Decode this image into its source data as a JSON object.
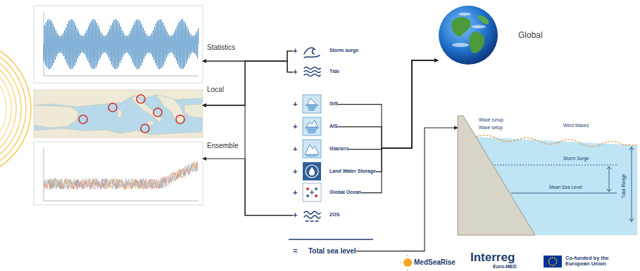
{
  "diagram": {
    "nodes": [
      {
        "text": [
          "Statistics"
        ]
      },
      {
        "text": [
          "Local"
        ]
      },
      {
        "text": [
          "Ensemble"
        ]
      },
      {
        "text": [
          "+",
          "Storm surge"
        ]
      },
      {
        "text": [
          "+",
          "Tide"
        ]
      },
      {
        "text": [
          "+",
          "GIS"
        ]
      },
      {
        "text": [
          "+",
          "AIS"
        ]
      },
      {
        "text": [
          "+",
          "Glaciers"
        ]
      },
      {
        "text": [
          "+",
          "Land Water Storage"
        ]
      },
      {
        "text": [
          "+",
          "Global Ocean"
        ]
      },
      {
        "text": [
          "+",
          "ZOS"
        ]
      },
      {
        "text": [
          "=",
          "Total sea level"
        ]
      },
      {
        "text": [
          "Global"
        ]
      },
      {
        "text": [
          "Wave runup",
          "Wave setup",
          "Wind Waves",
          "Storm Surge",
          "Mean Sea Level",
          "Tidal Range"
        ]
      }
    ],
    "edges": [
      {
        "from": 3,
        "to": 0,
        "arrow": "to"
      },
      {
        "from": 4,
        "to": 0,
        "arrow": "to"
      },
      {
        "from": 3,
        "to": 1,
        "arrow": "to"
      },
      {
        "from": 4,
        "to": 1,
        "arrow": "to"
      },
      {
        "from": 10,
        "to": 1,
        "arrow": "to"
      },
      {
        "from": 10,
        "to": 2,
        "arrow": "to"
      },
      {
        "from": 5,
        "to": 12,
        "arrow": "to"
      },
      {
        "from": 6,
        "to": 12,
        "arrow": "to"
      },
      {
        "from": 7,
        "to": 12,
        "arrow": "to"
      },
      {
        "from": 8,
        "to": 12,
        "arrow": "to"
      },
      {
        "from": 9,
        "to": 12,
        "arrow": "to"
      },
      {
        "from": 11,
        "to": 13,
        "arrow": "to"
      }
    ],
    "labels": [
      "MedSeaRise",
      "Interreg",
      "Euro-MED",
      "Co-funded by the European Union"
    ]
  }
}
